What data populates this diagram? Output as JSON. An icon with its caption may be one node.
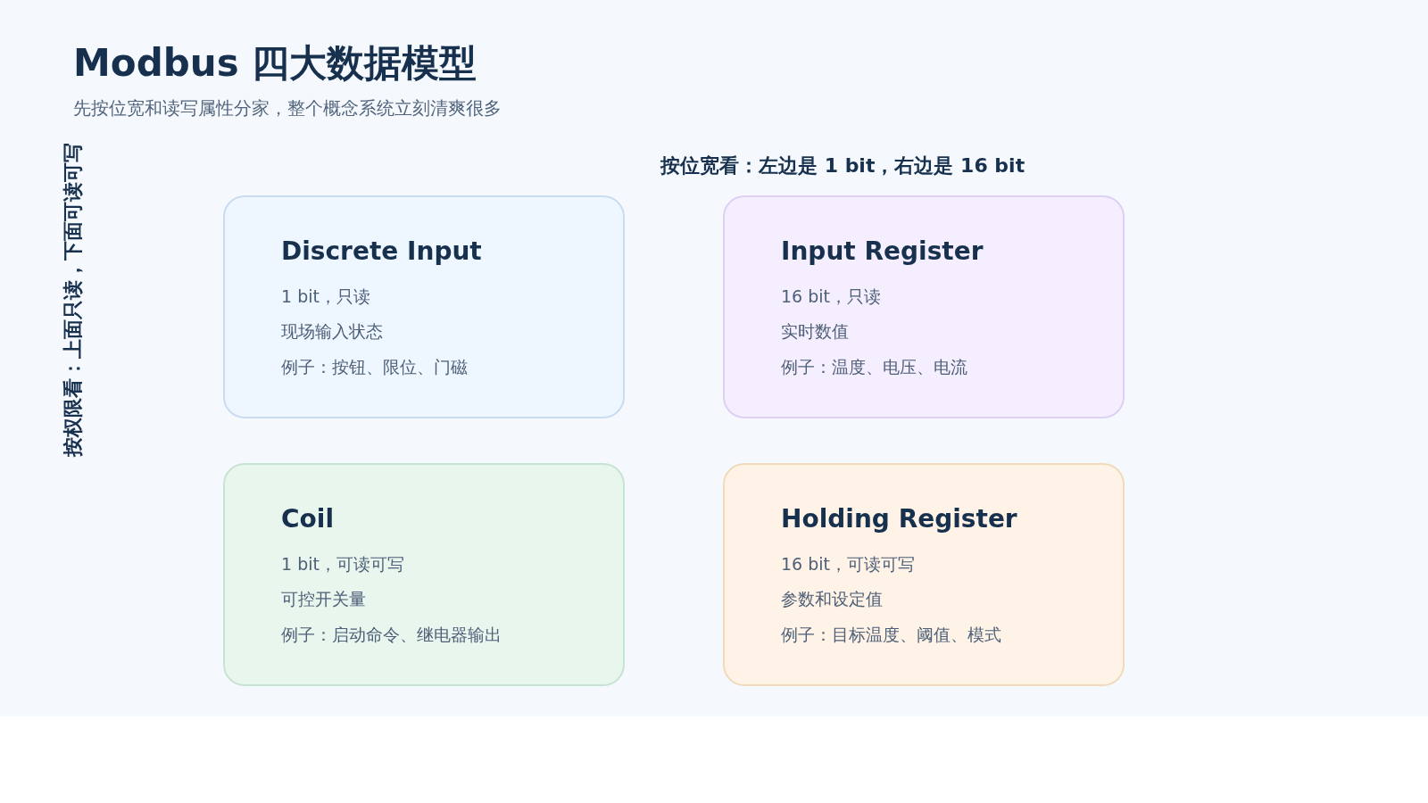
{
  "diagram": {
    "title": "Modbus 四大数据模型",
    "nodes": [
      {
        "text": [
          "Discrete Input",
          "1 bit，只读",
          "现场输入状态",
          "例子：按钮、限位、门磁"
        ]
      },
      {
        "text": [
          "Input Register",
          "16 bit，只读",
          "实时数值",
          "例子：温度、电压、电流"
        ]
      },
      {
        "text": [
          "Coil",
          "1 bit，可读可写",
          "可控开关量",
          "例子：启动命令、继电器输出"
        ]
      },
      {
        "text": [
          "Holding Register",
          "16 bit，可读可写",
          "参数和设定值",
          "例子：目标温度、阈值、模式"
        ]
      }
    ],
    "labels": [
      "先按位宽和读写属性分家，整个概念系统立刻清爽很多",
      "按位宽看：左边是 1 bit，右边是 16 bit",
      "按权限看：上面只读，下面可读可写"
    ]
  }
}
